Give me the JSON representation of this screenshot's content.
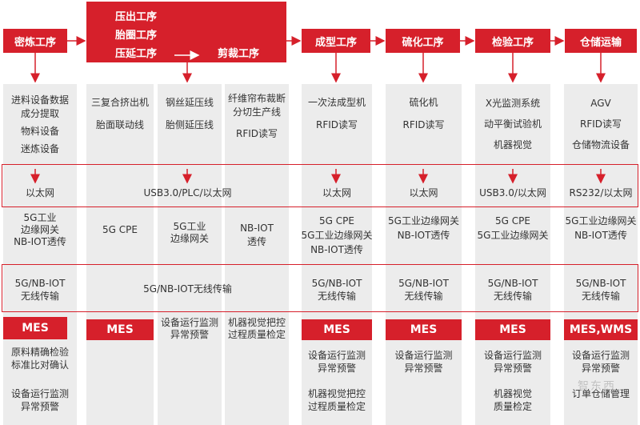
{
  "headers": {
    "milling": "密炼工序",
    "top_lines": [
      "压出工序",
      "胎圈工序",
      "压延工序"
    ],
    "cutting": "剪裁工序",
    "forming": "成型工序",
    "curing": "硫化工序",
    "inspection": "检验工序",
    "storage": "仓储运输"
  },
  "equipment": {
    "col1": [
      "进料设备数据",
      "成分提取",
      "物料设备",
      "迷炼设备"
    ],
    "col2": [
      "三复合挤出机",
      "胎面联动线"
    ],
    "col3": [
      "钢丝延压线",
      "胎侧延压线"
    ],
    "col4": [
      "纤维帘布裁断",
      "分切生产线",
      "RFID读写"
    ],
    "col5": [
      "一次法成型机",
      "RFID读写"
    ],
    "col6": [
      "硫化机",
      "RFID读写"
    ],
    "col7": [
      "X光监测系统",
      "动平衡试验机",
      "机器视觉"
    ],
    "col8": [
      "AGV",
      "RFID读写",
      "仓储物流设备"
    ]
  },
  "network": {
    "col1": "以太网",
    "col2to4": "USB3.0/PLC/以太网",
    "col5": "以太网",
    "col6": "以太网",
    "col7": "USB3.0/以太网",
    "col8": "RS232/以太网"
  },
  "gateway": {
    "col1": [
      "5G工业",
      "边缘网关",
      "NB-IOT透传"
    ],
    "col2": [
      "5G CPE"
    ],
    "col3": [
      "5G工业",
      "边缘网关"
    ],
    "col4": [
      "NB-IOT",
      "透传"
    ],
    "col5": [
      "5G CPE",
      "5G工业边缘网关",
      "NB-IOT透传"
    ],
    "col6": [
      "5G工业边缘网关",
      "NB-IOT透传"
    ],
    "col7": [
      "5G CPE",
      "5G工业边缘网关"
    ],
    "col8": [
      "5G工业边缘网关",
      "NB-IOT透传"
    ]
  },
  "wireless": {
    "col1": [
      "5G/NB-IOT",
      "无线传输"
    ],
    "col2to4": "5G/NB-IOT无线传输",
    "col5": [
      "5G/NB-IOT",
      "无线传输"
    ],
    "col6": [
      "5G/NB-IOT",
      "无线传输"
    ],
    "col7": [
      "5G/NB-IOT",
      "无线传输"
    ],
    "col8": [
      "5G/NB-IOT",
      "无线传输"
    ]
  },
  "systems": {
    "col1": "MES",
    "col2": "MES",
    "col3": [
      "设备运行监测",
      "异常预警"
    ],
    "col4": [
      "机器视觉把控",
      "过程质量检定"
    ],
    "col5": "MES",
    "col6": "MES",
    "col7": "MES",
    "col8": "MES,WMS"
  },
  "applications": {
    "col1": [
      "原料精确检验",
      "标准比对确认",
      "设备运行监测",
      "异常预警"
    ],
    "col5": [
      "设备运行监测",
      "异常预警",
      "机器视觉把控",
      "过程质量检定"
    ],
    "col6": [
      "设备运行监测",
      "异常预警"
    ],
    "col7": [
      "设备运行监测",
      "异常预警",
      "机器视觉",
      "质量检定"
    ],
    "col8": [
      "设备运行监测",
      "异常预警",
      "订单仓储管理"
    ]
  },
  "watermark": "智东西",
  "colors": {
    "accent": "#d6202b",
    "panel": "#ececec",
    "arrow": "#d6202b"
  }
}
